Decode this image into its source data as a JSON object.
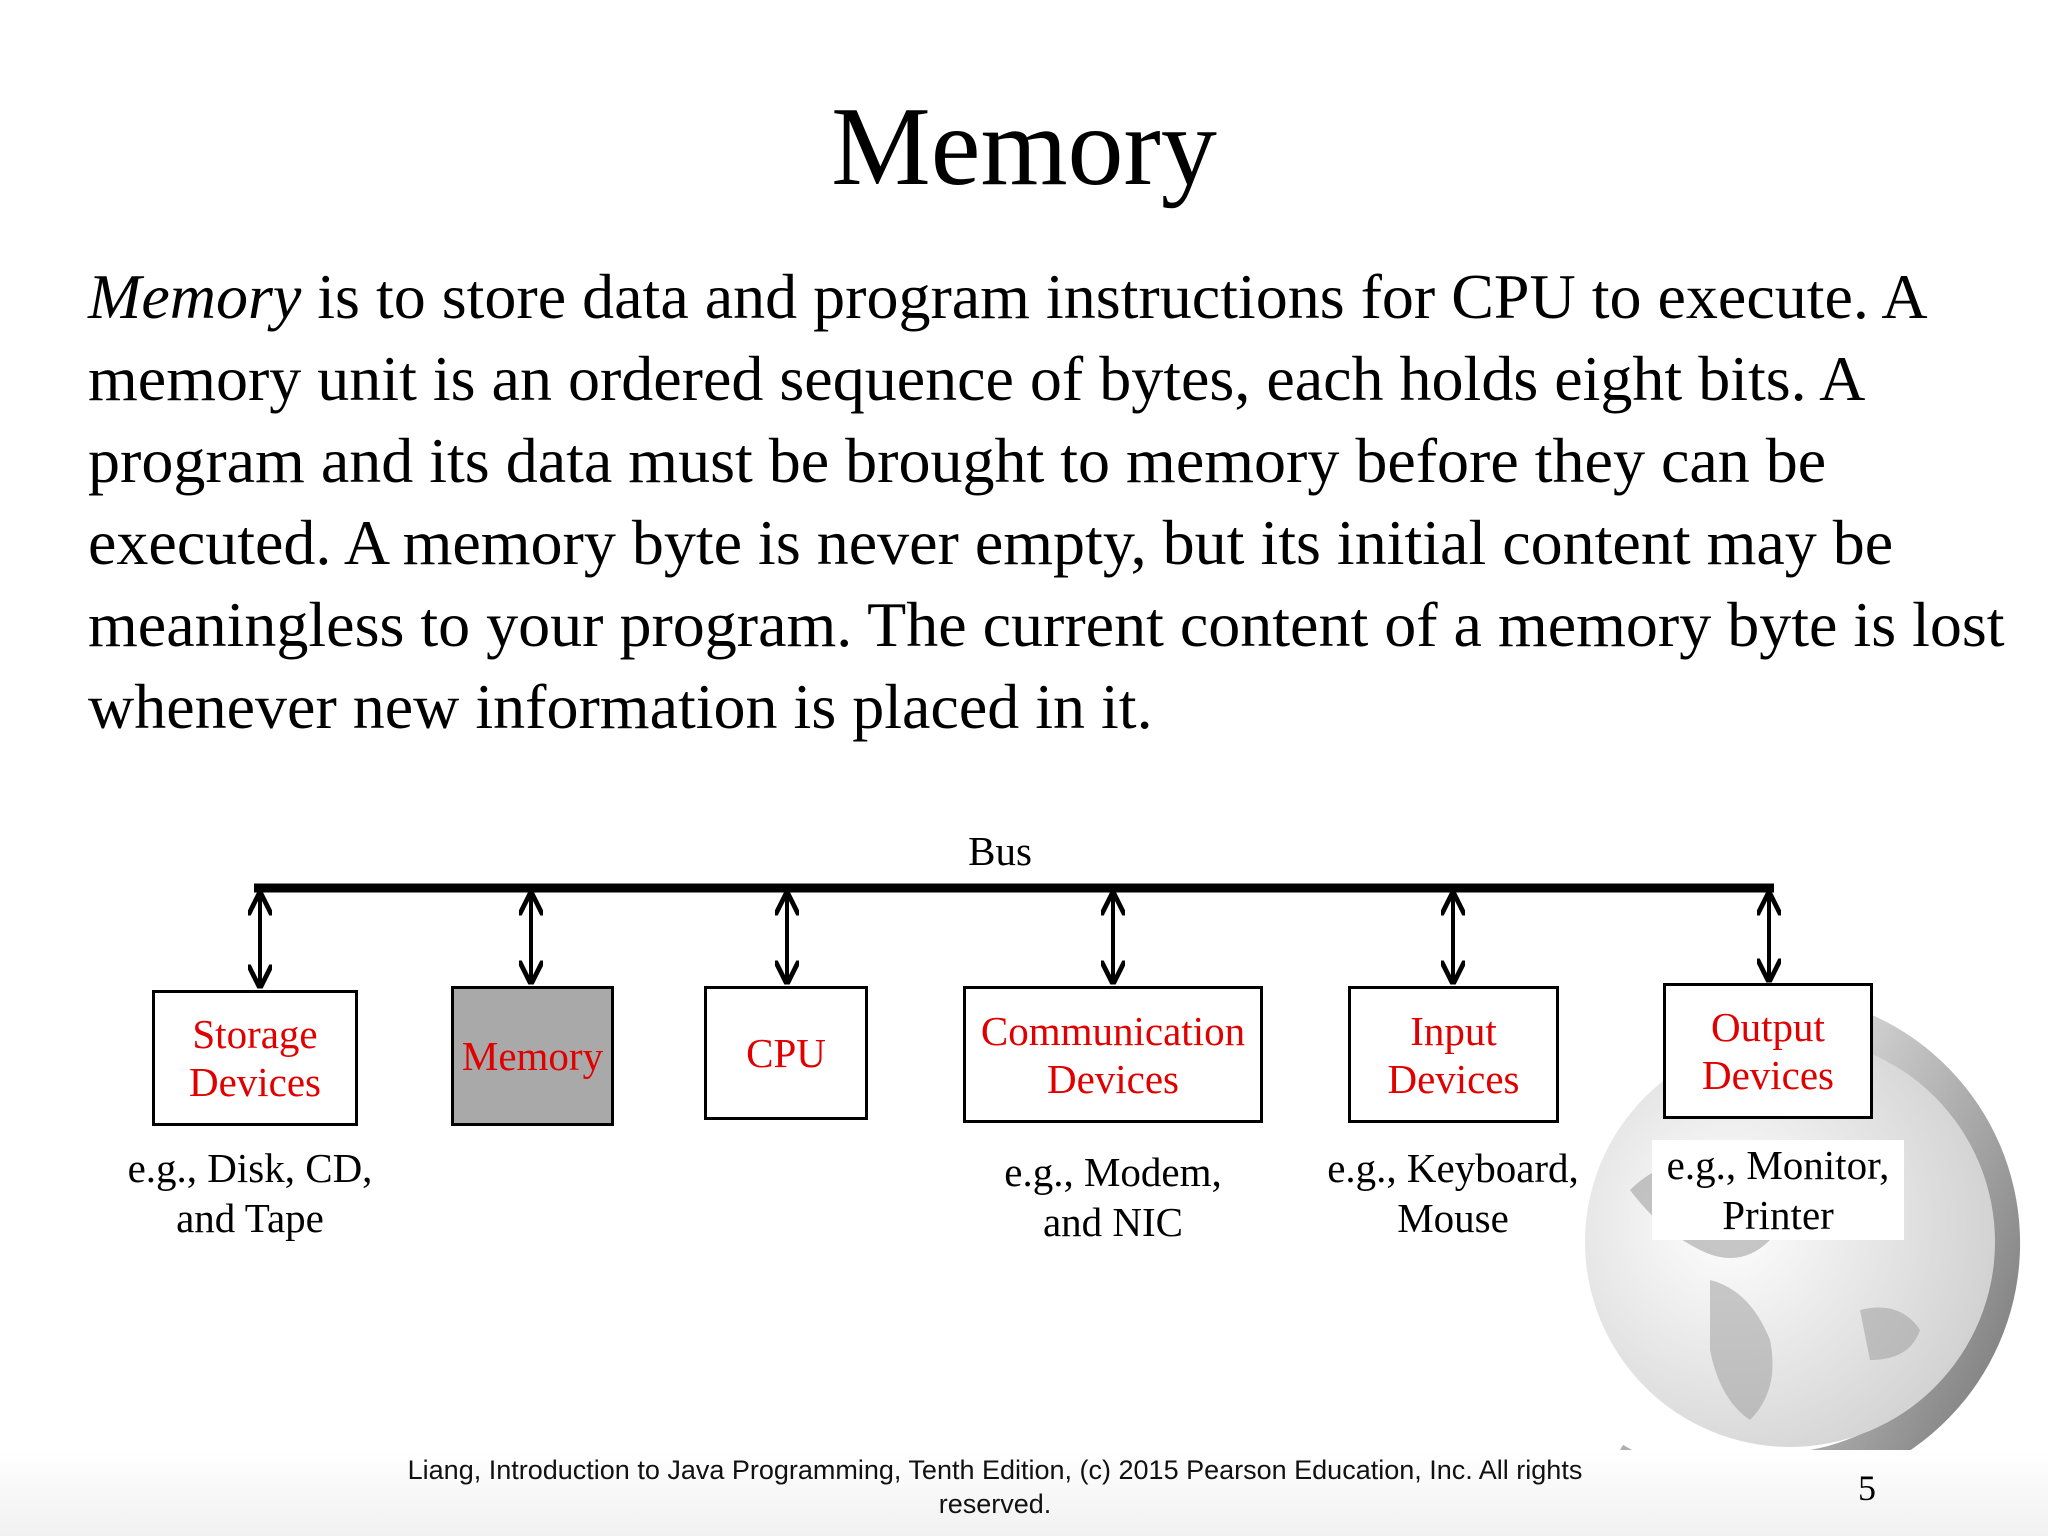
{
  "slide": {
    "title": "Memory",
    "paragraph_emphasis": "Memory",
    "paragraph_rest": " is to store data and program instructions for CPU to execute. A memory unit is an ordered sequence of bytes, each holds eight bits. A program and its data must be brought to memory before they can be executed. A memory byte is never empty, but its initial content may be meaningless to your program. The current content of a memory byte is lost whenever new information is placed in it."
  },
  "diagram": {
    "bus_label": "Bus",
    "components": [
      {
        "label": "Storage Devices",
        "example": "e.g., Disk, CD,\nand Tape"
      },
      {
        "label": "Memory",
        "example": ""
      },
      {
        "label": "CPU",
        "example": ""
      },
      {
        "label": "Communication Devices",
        "example": "e.g., Modem,\nand NIC"
      },
      {
        "label": "Input Devices",
        "example": "e.g., Keyboard,\nMouse"
      },
      {
        "label": "Output Devices",
        "example": "e.g., Monitor,\nPrinter"
      }
    ],
    "colors": {
      "component_text": "#e00000",
      "memory_fill": "#a9a9a9"
    }
  },
  "footer": {
    "citation": "Liang, Introduction to Java Programming, Tenth Edition, (c) 2015 Pearson Education, Inc. All rights reserved.",
    "page_number": "5"
  }
}
